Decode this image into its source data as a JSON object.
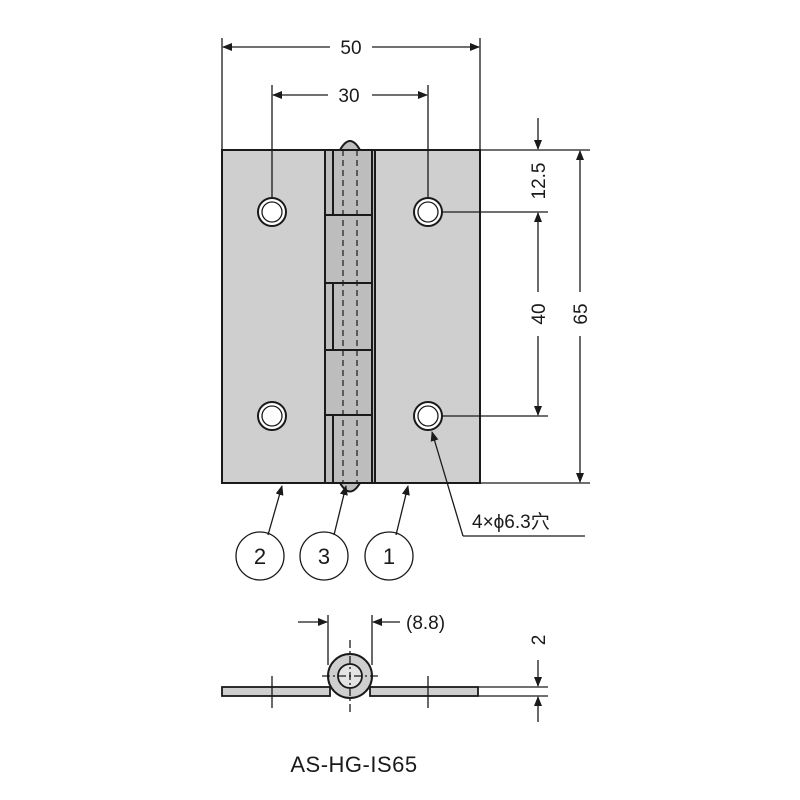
{
  "front_view": {
    "dimensions": {
      "overall_width": "50",
      "hole_pitch_horizontal": "30",
      "top_to_hole": "12.5",
      "hole_pitch_vertical": "40",
      "overall_height": "65"
    },
    "hole_note": "4×ϕ6.3穴",
    "part_callouts": [
      "2",
      "3",
      "1"
    ]
  },
  "side_view": {
    "dimensions": {
      "knuckle_diameter": "(8.8)",
      "leaf_thickness": "2"
    }
  },
  "model_number": "AS-HG-IS65",
  "colors": {
    "line": "#1a1a1a",
    "leaf_fill": "#cfcfcf",
    "knuckle_fill": "#bdbdbd"
  }
}
